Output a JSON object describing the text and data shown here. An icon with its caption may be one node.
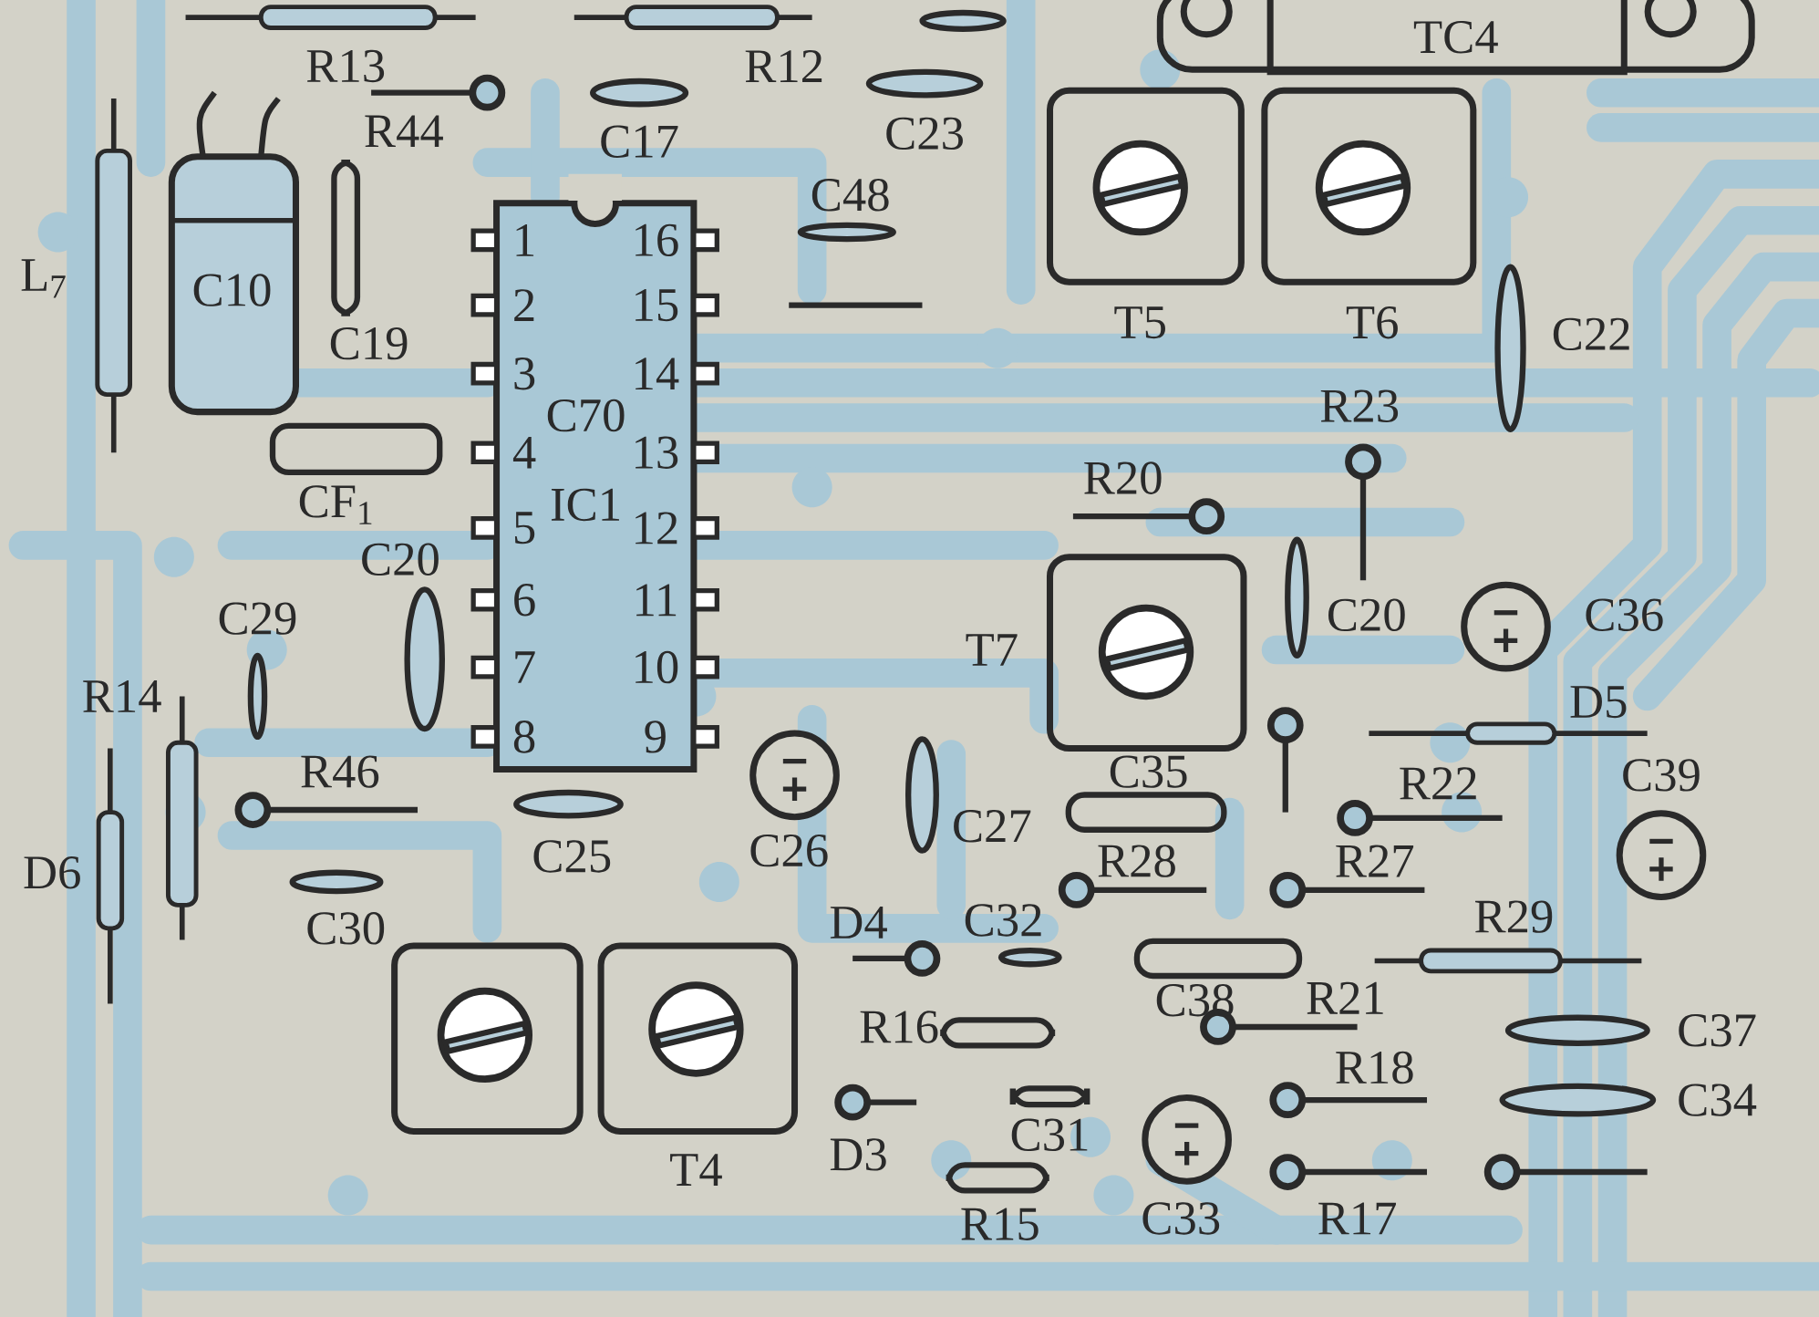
{
  "diagram": {
    "labels": [
      "R13",
      "R12",
      "TC4",
      "R44",
      "C17",
      "C23",
      "C48",
      "L$_{7}$",
      "C10",
      "C19",
      "T5",
      "T6",
      "C22",
      "C70",
      "R23",
      "CF$_{1}$",
      "IC1",
      "R20",
      "C20",
      "C29",
      "C20",
      "C36",
      "T7",
      "R14",
      "D5",
      "R46",
      "C35",
      "R22",
      "C39",
      "C25",
      "C26",
      "C27",
      "D6",
      "R28",
      "R27",
      "C30",
      "D4",
      "C32",
      "R29",
      "C38",
      "R21",
      "R16",
      "C37",
      "R18",
      "C34",
      "T4",
      "D3",
      "C31",
      "R15",
      "C33",
      "R17",
      "1",
      "2",
      "3",
      "4",
      "5",
      "6",
      "7",
      "8",
      "16",
      "15",
      "14",
      "13",
      "12",
      "11",
      "10",
      "9"
    ]
  }
}
